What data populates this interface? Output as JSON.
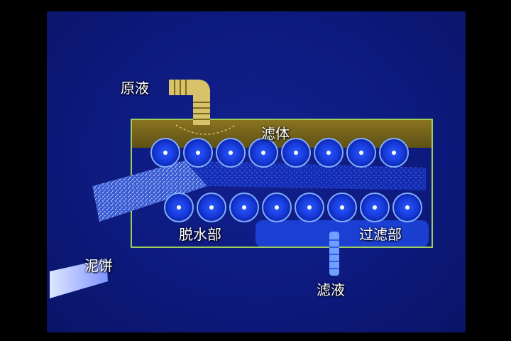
{
  "labels": {
    "raw_liquid": "原液",
    "filter_body": "滤体",
    "dewatering_section": "脱水部",
    "filtering_section": "过滤部",
    "sludge_cake": "泥饼",
    "filtrate": "滤液"
  },
  "colors": {
    "background": "#0d1a7e",
    "frame": "#000000",
    "tank_outline": "#9ccf5a",
    "sludge_layer": "#7a6a1c",
    "roller_fill": "#1538d6",
    "roller_ring": "#7fb0ff",
    "pipe": "#d8c36a",
    "filtrate_pipe": "#6fa0ff",
    "text": "#ffffff"
  },
  "diagram": {
    "upper_rollers": 8,
    "lower_rollers": 8
  }
}
